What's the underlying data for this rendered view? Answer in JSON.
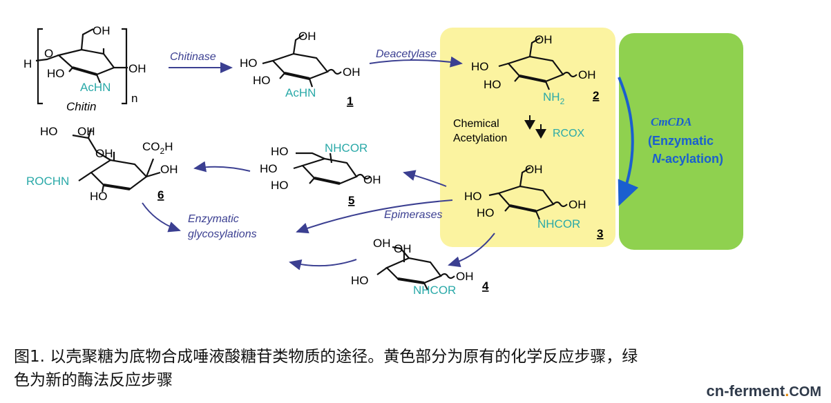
{
  "diagram": {
    "chitin": {
      "label": "Chitin",
      "h": "H",
      "o": "O",
      "oh1": "OH",
      "oh2": "OH",
      "ho": "HO",
      "achn": "AcHN",
      "n": "n"
    },
    "steps": {
      "chitinase": "Chitinase",
      "deacetylase": "Deacetylase",
      "chemical1": "Chemical",
      "chemical2": "Acetylation",
      "rcox": "RCOX",
      "epimerases": "Epimerases",
      "enzymatic1": "Enzymatic",
      "enzymatic2": "glycosylations"
    },
    "cmcda": {
      "name": "CmCDA",
      "line2": "(Enzymatic",
      "line3a": "N",
      "line3b": "-acylation)"
    },
    "compound1": {
      "num": "1",
      "oh": "OH",
      "ho1": "HO",
      "ho2": "HO",
      "oh2": "OH",
      "achn": "AcHN"
    },
    "compound2": {
      "num": "2",
      "oh": "OH",
      "ho1": "HO",
      "ho2": "HO",
      "oh2": "OH",
      "nh2": "NH",
      "sub": "2"
    },
    "compound3": {
      "num": "3",
      "oh": "OH",
      "ho1": "HO",
      "ho2": "HO",
      "oh2": "OH",
      "nhcor": "NHCOR"
    },
    "compound4": {
      "num": "4",
      "oh1": "OH",
      "oh2": "OH",
      "ho": "HO",
      "oh3": "OH",
      "nhcor": "NHCOR"
    },
    "compound5": {
      "num": "5",
      "nhcor": "NHCOR",
      "ho1": "HO",
      "ho2": "HO",
      "ho3": "HO",
      "oh": "OH"
    },
    "compound6": {
      "num": "6",
      "ho1": "HO",
      "oh1": "OH",
      "oh2": "OH",
      "co2h": "CO",
      "co2h_sub": "2",
      "co2h_h": "H",
      "oh3": "OH",
      "rochn": "ROCHN",
      "ho2": "HO"
    },
    "colors": {
      "yellow": "#fbf3a0",
      "green": "#8fd14f",
      "arrow": "#3b3f91",
      "cyan": "#2aa9a8",
      "blue": "#1a5fcf"
    }
  },
  "caption": {
    "line1": "图1. 以壳聚糖为底物合成唾液酸糖苷类物质的途径。黄色部分为原有的化学反应步骤，绿",
    "line2": "色为新的酶法反应步骤"
  },
  "watermark": {
    "cn": "cn-ferment",
    "dot": ".",
    "com": "COM"
  }
}
